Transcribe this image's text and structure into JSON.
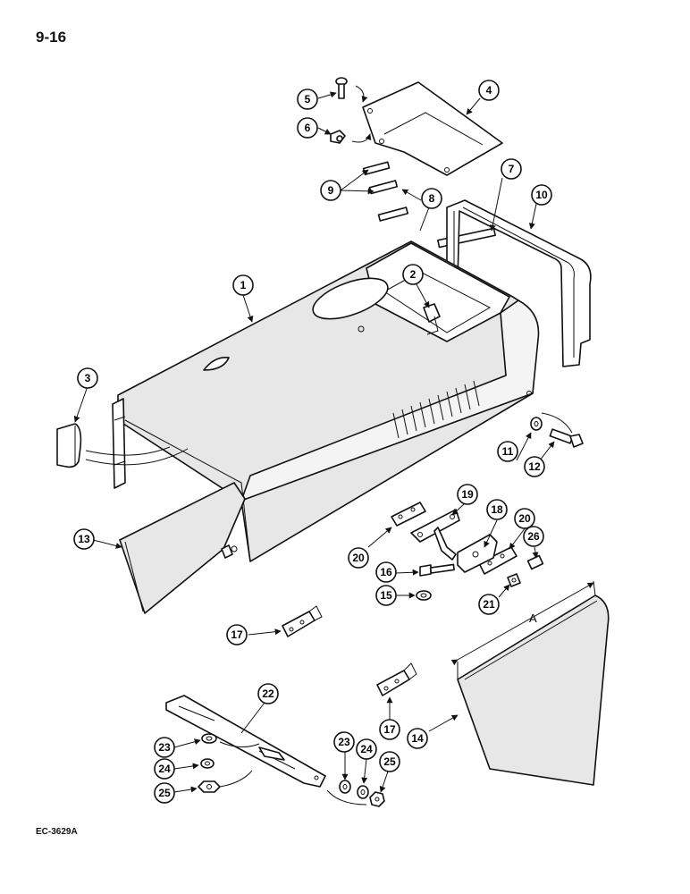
{
  "page_number": "9-16",
  "figure_code": "EC-3629A",
  "dimension_label": "A",
  "callouts": {
    "c1": "1",
    "c2": "2",
    "c3": "3",
    "c4": "4",
    "c5": "5",
    "c6": "6",
    "c7": "7",
    "c8": "8",
    "c9": "9",
    "c10": "10",
    "c11": "11",
    "c12": "12",
    "c13": "13",
    "c14": "14",
    "c15": "15",
    "c16": "16",
    "c17a": "17",
    "c17b": "17",
    "c18": "18",
    "c19": "19",
    "c20a": "20",
    "c20b": "20",
    "c21": "21",
    "c22": "22",
    "c23a": "23",
    "c23b": "23",
    "c24a": "24",
    "c24b": "24",
    "c25a": "25",
    "c25b": "25",
    "c26": "26"
  }
}
